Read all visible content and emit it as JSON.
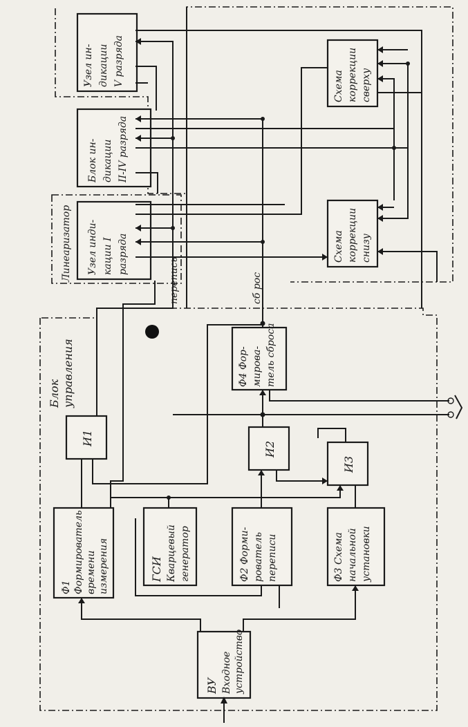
{
  "diagram": {
    "section_labels": {
      "control_unit_line1": "Блок",
      "control_unit_line2": "управления",
      "linearizer": "Линеаризатор"
    },
    "blocks": {
      "vu": [
        "ВУ",
        "Входное",
        "устройство"
      ],
      "f1": [
        "Ф1",
        "Формирователь",
        "времени",
        "измерения"
      ],
      "gsi": [
        "ГСИ",
        "Кварцевый",
        "генератор"
      ],
      "f2": [
        "Ф2 Форми-",
        "рователь",
        "переписи"
      ],
      "f3": [
        "Ф3 Схема",
        "начальной",
        "установки"
      ],
      "i1": [
        "И1"
      ],
      "i2": [
        "И2"
      ],
      "i3": [
        "И3"
      ],
      "f4": [
        "Ф4 Фор-",
        "мирова-",
        "тель сброса"
      ],
      "node1": [
        "Узел инди-",
        "кации I",
        "разряда"
      ],
      "block2": [
        "Блок ин-",
        "дикации",
        "II-IV разряда"
      ],
      "node5": [
        "Узел ин-",
        "дикации",
        "V разряда"
      ],
      "corr_bottom": [
        "Схема",
        "коррекции",
        "снизу"
      ],
      "corr_top": [
        "Схема",
        "коррекции",
        "сверху"
      ]
    },
    "signal_labels": {
      "perepis": "перепись",
      "sbros": "сб рос"
    }
  }
}
